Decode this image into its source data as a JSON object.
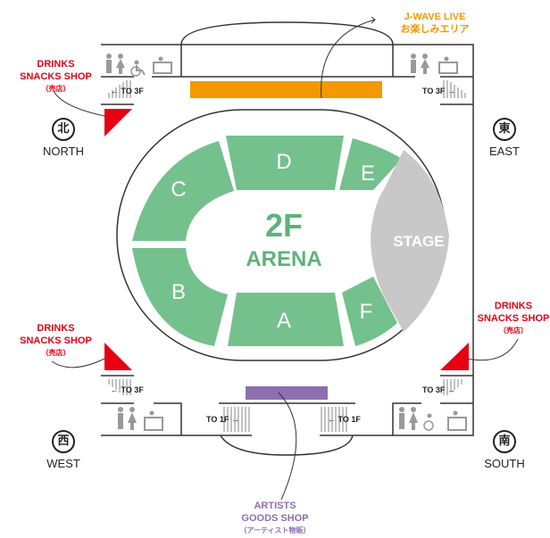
{
  "floor": "2F",
  "area": "ARENA",
  "stage": "STAGE",
  "sections": [
    "A",
    "B",
    "C",
    "D",
    "E",
    "F"
  ],
  "compass": {
    "north": {
      "kanji": "北",
      "label": "NORTH"
    },
    "east": {
      "kanji": "東",
      "label": "EAST"
    },
    "west": {
      "kanji": "西",
      "label": "WEST"
    },
    "south": {
      "kanji": "南",
      "label": "SOUTH"
    }
  },
  "shops": {
    "drinks_line1": "DRINKS",
    "drinks_line2": "SNACKS SHOP",
    "drinks_jp": "（売店）",
    "jwave_line1": "J-WAVE LIVE",
    "jwave_line2": "お楽しみエリア",
    "goods_line1": "ARTISTS",
    "goods_line2": "GOODS SHOP",
    "goods_jp": "（アーティスト物販）"
  },
  "stairs": {
    "to3f": "TO 3F",
    "to1f": "TO 1F"
  },
  "colors": {
    "seat": "#74c18d",
    "stage": "#c8c8c8",
    "drinks": "#e60012",
    "jwave": "#f39800",
    "goods": "#8d6fb0"
  }
}
